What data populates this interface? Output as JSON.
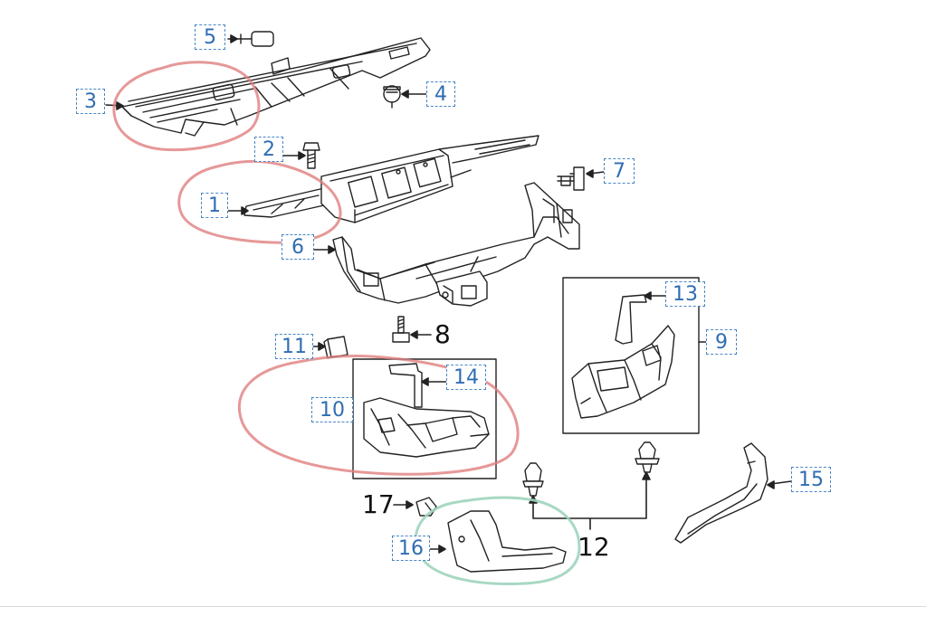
{
  "diagram": {
    "callouts": {
      "c1": "1",
      "c2": "2",
      "c3": "3",
      "c4": "4",
      "c5": "5",
      "c6": "6",
      "c7": "7",
      "c9": "9",
      "c10": "10",
      "c11": "11",
      "c13": "13",
      "c14": "14",
      "c15": "15",
      "c16": "16"
    },
    "plain_labels": {
      "p8": "8",
      "p12": "12",
      "p17": "17"
    },
    "colors": {
      "callout_border": "#4a87c5",
      "callout_text": "#2f6db3",
      "red_markup": "#e07e7e",
      "green_markup": "#9fd4bd"
    }
  }
}
